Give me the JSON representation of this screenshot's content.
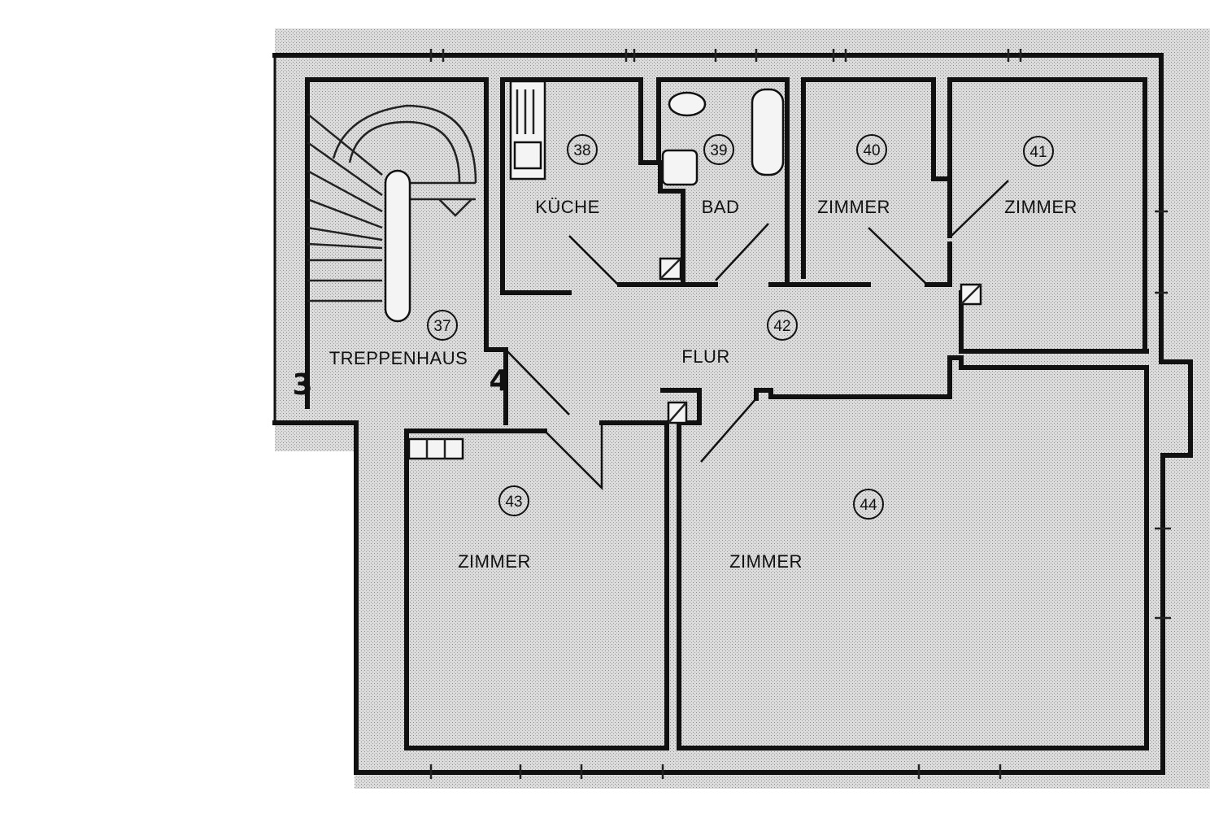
{
  "rooms": [
    {
      "id": "r37",
      "number": "37",
      "label": "TREPPENHAUS"
    },
    {
      "id": "r38",
      "number": "38",
      "label": "KÜCHE"
    },
    {
      "id": "r39",
      "number": "39",
      "label": "BAD"
    },
    {
      "id": "r40",
      "number": "40",
      "label": "ZIMMER"
    },
    {
      "id": "r41",
      "number": "41",
      "label": "ZIMMER"
    },
    {
      "id": "r42",
      "number": "42",
      "label": "FLUR"
    },
    {
      "id": "r43",
      "number": "43",
      "label": "ZIMMER"
    },
    {
      "id": "r44",
      "number": "44",
      "label": "ZIMMER"
    }
  ],
  "marks": {
    "left": "3",
    "right": "4"
  },
  "colors": {
    "paper": "#d8d8d8",
    "ink": "#111111",
    "background": "#ffffff"
  }
}
